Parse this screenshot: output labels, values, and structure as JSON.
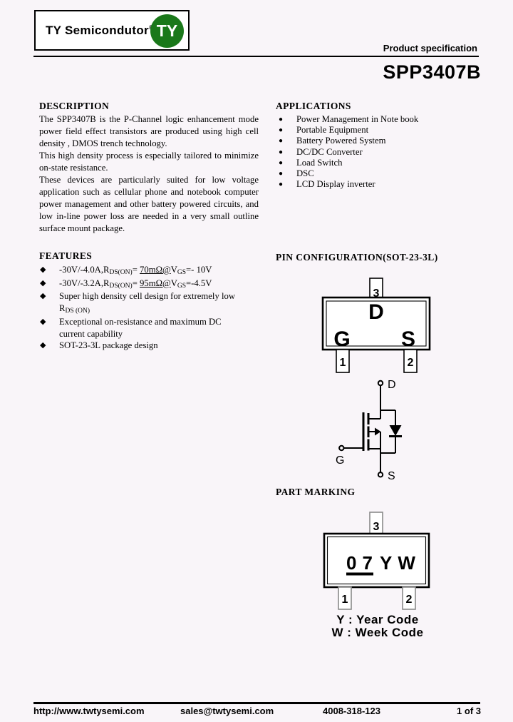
{
  "header": {
    "brand": "TY Semicondutor",
    "reg_mark": "®",
    "badge_text": "TY",
    "spec_label": "Product specification",
    "part_number": "SPP3407B"
  },
  "description": {
    "heading": "DESCRIPTION",
    "p1": "The SPP3407B is the P-Channel logic enhancement mode power field effect transistors are produced using high cell density , DMOS trench technology.",
    "p2": "This high density process is especially tailored to minimize on-state resistance.",
    "p3": "These devices are particularly suited for low voltage application such as cellular phone and notebook computer power management and other battery powered circuits, and low in-line power loss are needed in a very small outline surface mount package."
  },
  "applications": {
    "heading": "APPLICATIONS",
    "bullet": "●",
    "items": [
      "Power Management in Note book",
      "Portable Equipment",
      "Battery Powered System",
      "DC/DC Converter",
      "Load Switch",
      "DSC",
      "LCD Display inverter"
    ]
  },
  "features": {
    "heading": "FEATURES",
    "bullet": "◆",
    "f1": {
      "a": "-30V/-4.0A,R",
      "a_sub": "DS(ON)",
      "b": "= ",
      "u": "70mΩ@",
      "c": "V",
      "c_sub": "GS",
      "d": "=- 10V"
    },
    "f2": {
      "a": "-30V/-3.2A,R",
      "a_sub": "DS(ON)",
      "b": "= ",
      "u": "95mΩ@",
      "c": "V",
      "c_sub": "GS",
      "d": "=-4.5V"
    },
    "f3": {
      "line1": "Super high density cell design for extremely low",
      "a": "R",
      "a_sub": "DS (ON)"
    },
    "f4": {
      "line1": "Exceptional on-resistance and maximum DC",
      "line2": "current capability"
    },
    "f5": {
      "line1": "SOT-23-3L package design"
    }
  },
  "pin_config": {
    "heading": "PIN CONFIGURATION(SOT-23-3L)",
    "pin1": "1",
    "pin2": "2",
    "pin3": "3",
    "pad_d": "D",
    "pad_g": "G",
    "pad_s": "S",
    "term_d": "D",
    "term_g": "G",
    "term_s": "S"
  },
  "part_marking": {
    "heading": "PART MARKING",
    "code_underlined": "07",
    "code_rest": "YW",
    "pin1": "1",
    "pin2": "2",
    "pin3": "3",
    "year_code": "Y : Year Code",
    "week_code": "W : Week Code"
  },
  "footer": {
    "website": "http://www.twtysemi.com",
    "email": "sales@twtysemi.com",
    "phone": "4008-318-123",
    "page": "1 of 3"
  },
  "colors": {
    "badge_green": "#1a781a",
    "page_bg": "#f9f5f9",
    "ink": "#000000"
  }
}
